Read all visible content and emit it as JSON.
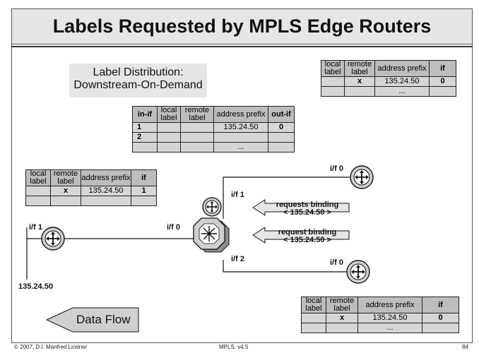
{
  "title": "Labels Requested by MPLS Edge Routers",
  "note": {
    "line1": "Label Distribution:",
    "line2": "Downstream-On-Demand"
  },
  "lsr_table": {
    "headers": [
      "in-if",
      "local label",
      "remote label",
      "address prefix",
      "out-if"
    ],
    "rows": [
      [
        "1",
        "",
        "",
        "135.24.50",
        "0"
      ],
      [
        "2",
        "",
        "",
        "",
        ""
      ],
      [
        "",
        "",
        "",
        "...",
        ""
      ]
    ]
  },
  "left_table": {
    "headers": [
      "local label",
      "remote label",
      "address prefix",
      "if"
    ],
    "rows": [
      [
        "",
        "x",
        "135.24.50",
        "1"
      ],
      [
        "",
        "",
        "",
        ""
      ]
    ]
  },
  "top_right_table": {
    "headers": [
      "local label",
      "remote label",
      "address prefix",
      "if"
    ],
    "rows": [
      [
        "",
        "x",
        "135.24.50",
        "0"
      ],
      [
        "",
        "",
        "...",
        ""
      ]
    ]
  },
  "bottom_right_table": {
    "headers": [
      "local label",
      "remote label",
      "address prefix",
      "if"
    ],
    "rows": [
      [
        "",
        "x",
        "135.24.50",
        "0"
      ],
      [
        "",
        "",
        "...",
        ""
      ]
    ]
  },
  "labels": {
    "left_if": "i/f 1",
    "lsr_if0": "i/f 0",
    "lsr_if1": "i/f 1",
    "lsr_if2": "i/f 2",
    "top_if": "i/f 0",
    "bottom_if": "i/f 0",
    "network": "135.24.50"
  },
  "messages": {
    "upper": {
      "line1": "requests  binding",
      "line2": "< 135.24.50 >"
    },
    "lower": {
      "line1": "request binding",
      "line2": "< 135.24.50 >"
    }
  },
  "data_flow": "Data Flow",
  "footer": {
    "left": "© 2007, D.I. Manfred Lindner",
    "center": "MPLS, v4.5",
    "right": "84"
  },
  "colors": {
    "title_bg": "#e6e6e6",
    "table_header": "#bdbdbd",
    "table_cell": "#d6d6d6",
    "router": "#cfcfcf"
  }
}
